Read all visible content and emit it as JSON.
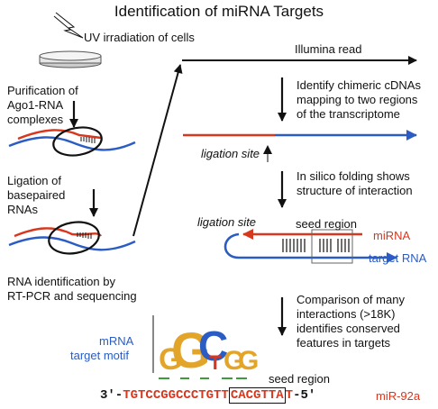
{
  "title": "Identification of miRNA Targets",
  "left_steps": {
    "uv": "UV irradiation of cells",
    "purification": [
      "Purification of",
      "Ago1-RNA",
      "complexes"
    ],
    "ligation": [
      "Ligation of",
      "basepaired",
      "RNAs"
    ],
    "identification": [
      "RNA identification by",
      "RT-PCR and sequencing"
    ]
  },
  "right_steps": {
    "illumina": "Illumina read",
    "chimeric": [
      "Identify chimeric cDNAs",
      "mapping to two regions",
      "of the transcriptome"
    ],
    "ligation_site_1": "ligation site",
    "folding": [
      "In silico folding shows",
      "structure of interaction"
    ],
    "ligation_site_2": "ligation site",
    "seed_region_1": "seed region",
    "mirna_label": "miRNA",
    "target_label": "target RNA",
    "comparison": [
      "Comparison of many",
      "interactions (>18K)",
      "identifies conserved",
      "features in targets"
    ]
  },
  "motif": {
    "label": [
      "mRNA",
      "target motif"
    ],
    "seed_region": "seed region",
    "seq_prefix": "3′-",
    "seq_main": "TGTCCGGCCCTGTT",
    "seq_seed": "CACGTTA",
    "seq_end": "T",
    "seq_suffix": "-5′",
    "mirna_name": "miR-92a",
    "logo_letters": [
      "G",
      "G",
      "C",
      "T",
      "G",
      "G"
    ]
  },
  "colors": {
    "red": "#d9361e",
    "blue": "#2a5cc4",
    "black": "#111111"
  }
}
